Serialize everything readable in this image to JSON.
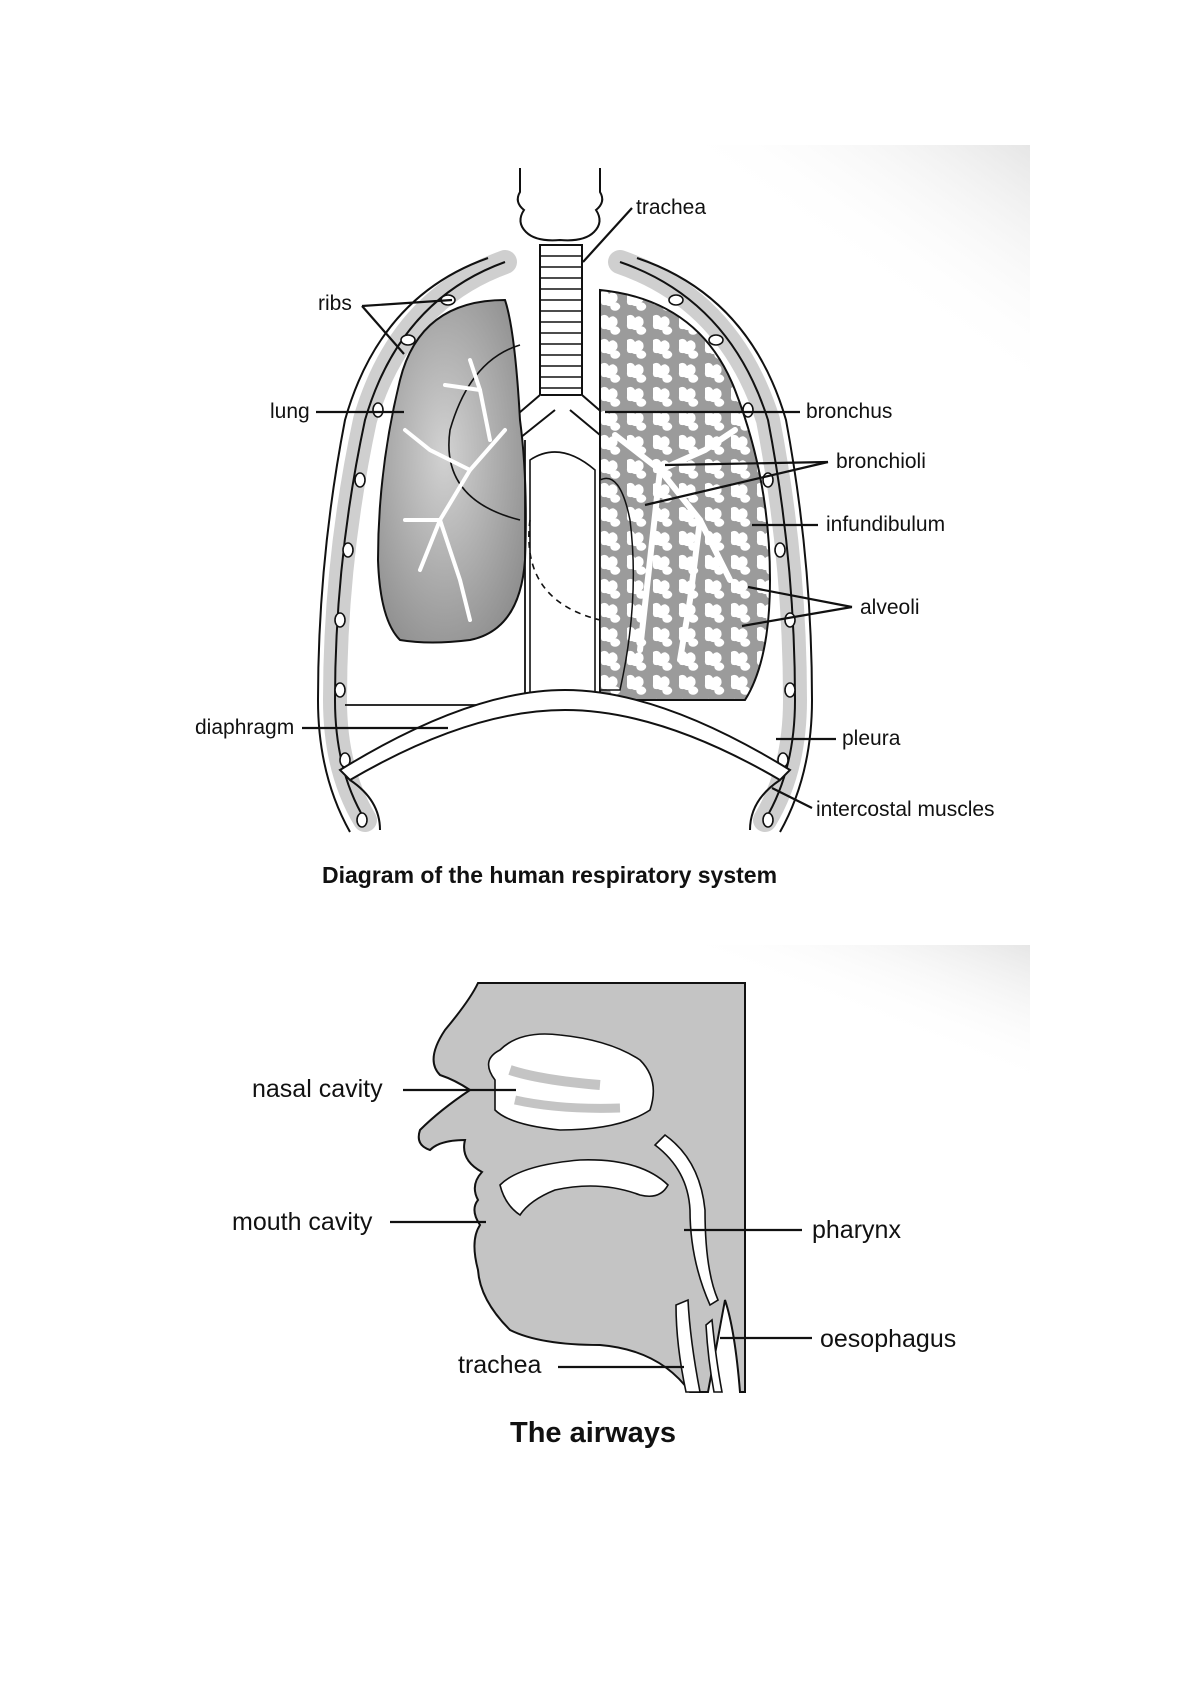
{
  "figure1": {
    "caption": "Diagram of the human respiratory system",
    "labels": {
      "trachea": "trachea",
      "ribs": "ribs",
      "lung": "lung",
      "bronchus": "bronchus",
      "bronchioli": "bronchioli",
      "infundibulum": "infundibulum",
      "alveoli": "alveoli",
      "diaphragm": "diaphragm",
      "pleura": "pleura",
      "intercostal_muscles": "intercostal muscles"
    }
  },
  "figure2": {
    "caption": "The airways",
    "labels": {
      "nasal_cavity": "nasal cavity",
      "mouth_cavity": "mouth cavity",
      "pharynx": "pharynx",
      "oesophagus": "oesophagus",
      "trachea": "trachea"
    }
  },
  "colors": {
    "line": "#111111",
    "lung_fill": "#9a9a9a",
    "lung_light": "#c8c8c8",
    "tissue": "#bdbdbd",
    "airway_panel": "#c4c4c4"
  }
}
